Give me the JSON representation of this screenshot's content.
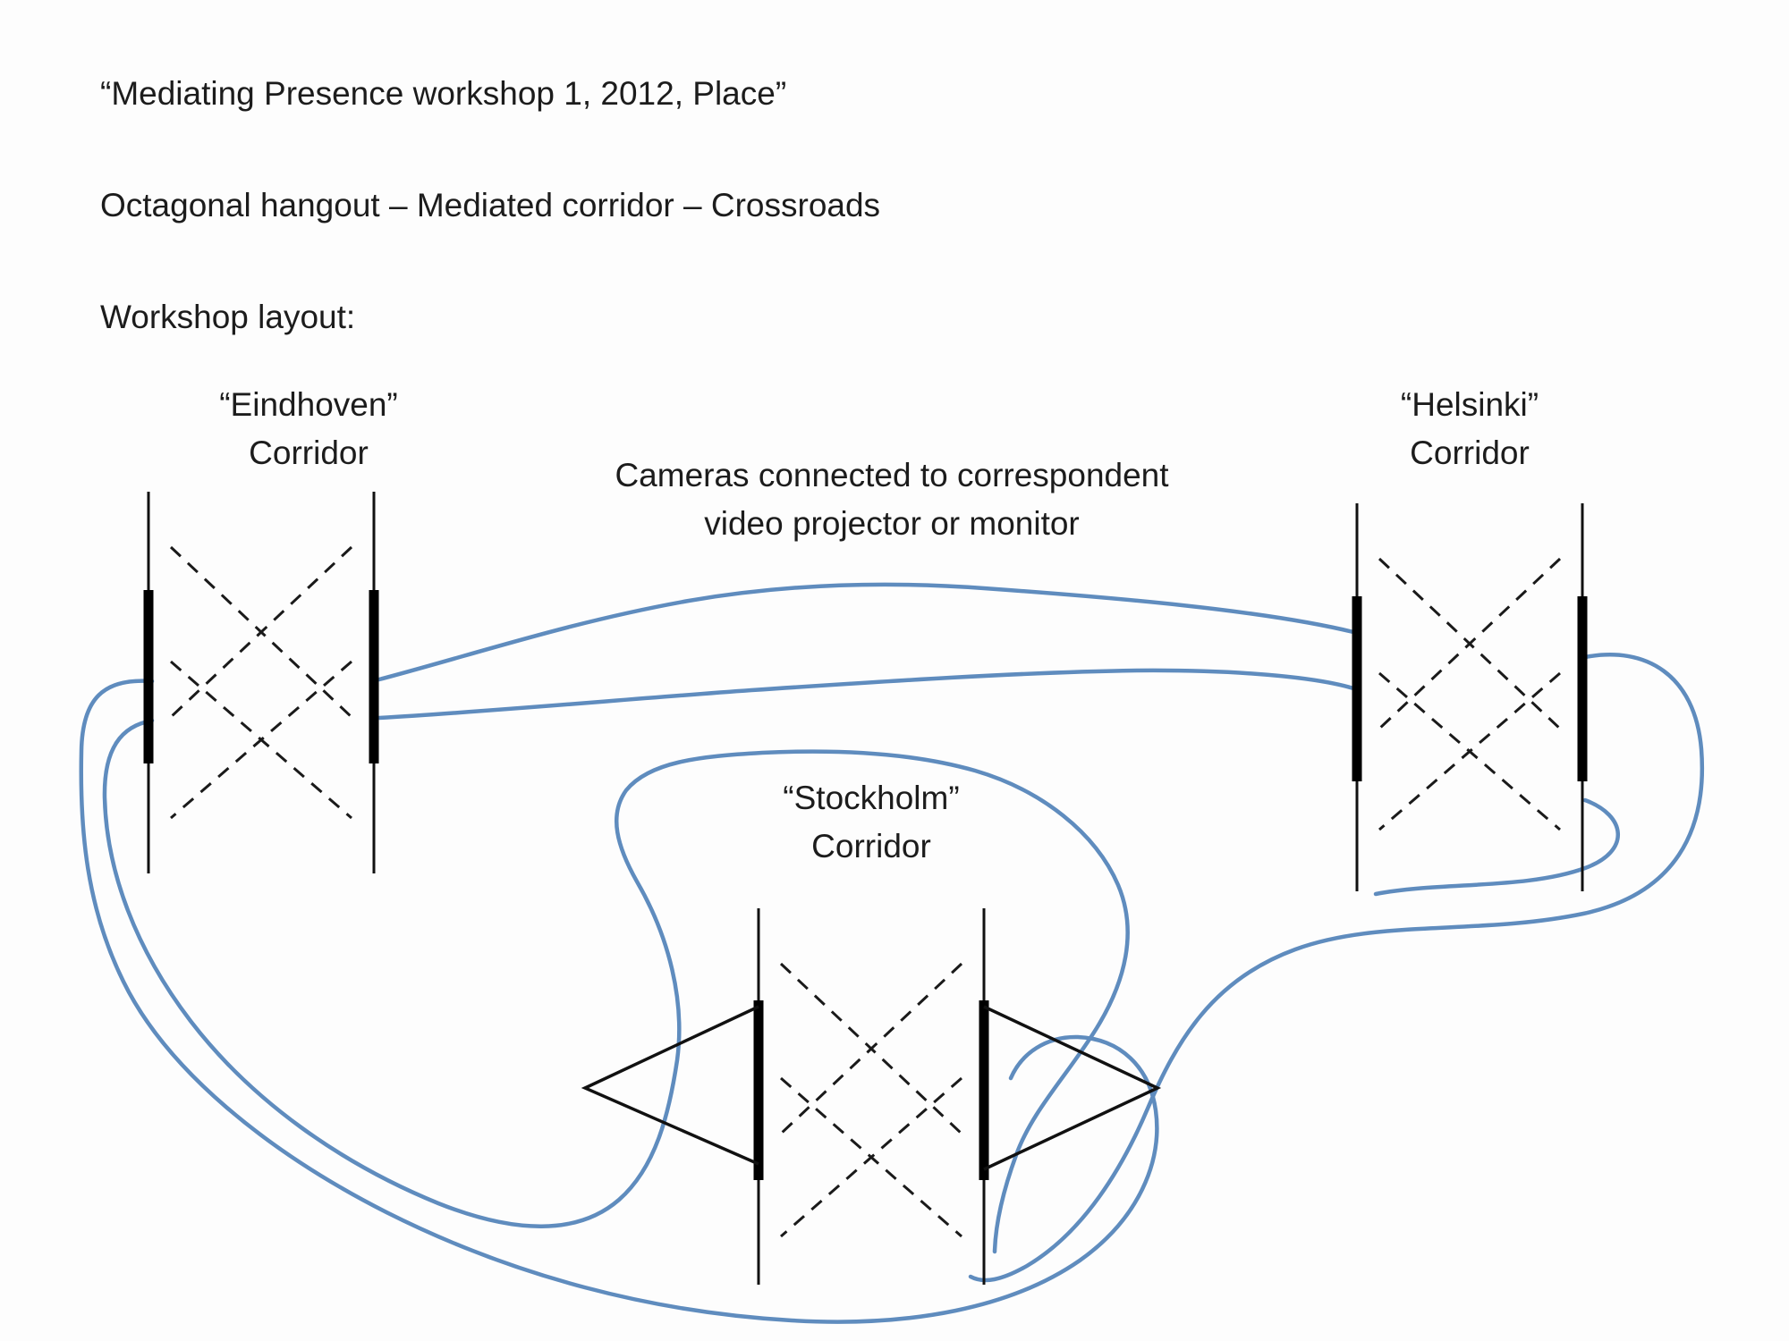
{
  "page": {
    "title": "“Mediating Presence workshop 1, 2012, Place”",
    "subtitle": "Octagonal hangout – Mediated corridor – Crossroads",
    "layout_heading": "Workshop layout:"
  },
  "annotation": {
    "line1": "Cameras connected to correspondent",
    "line2": "video projector or monitor"
  },
  "corridors": {
    "eindhoven": {
      "name": "“Eindhoven”",
      "label": "Corridor"
    },
    "helsinki": {
      "name": "“Helsinki”",
      "label": "Corridor"
    },
    "stockholm": {
      "name": "“Stockholm”",
      "label": "Corridor"
    }
  },
  "colors": {
    "connection_line": "#5f8cbe",
    "diagram_stroke": "#111111",
    "text": "#1c1c1c",
    "background": "#fdfdfd"
  }
}
